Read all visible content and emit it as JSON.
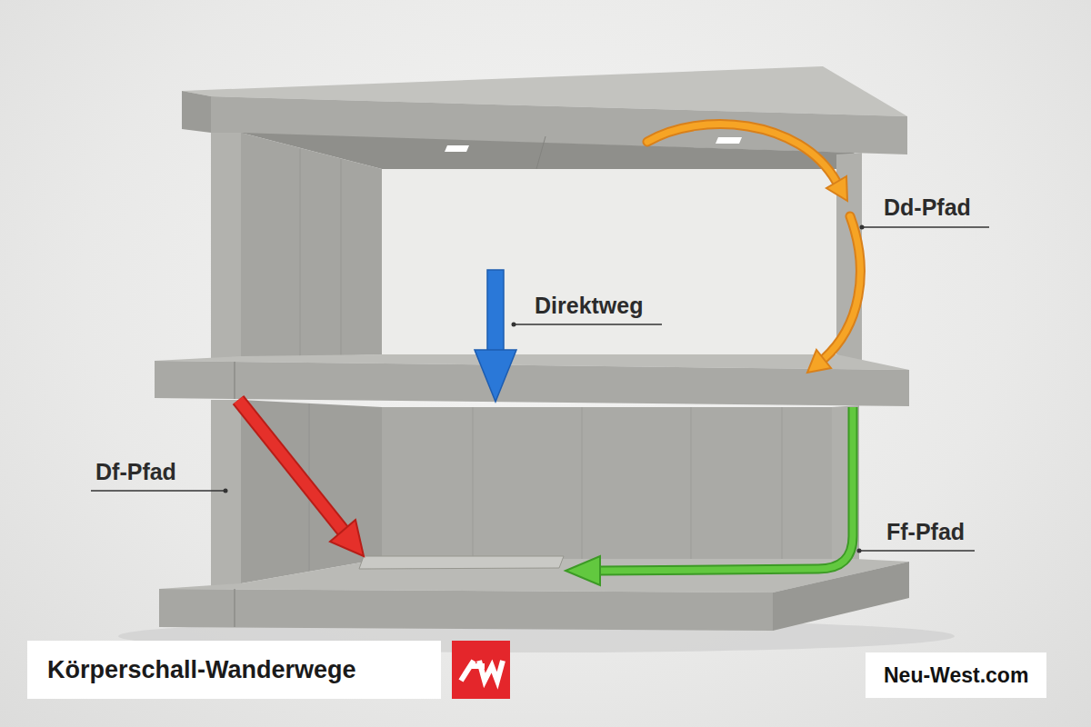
{
  "diagram": {
    "title": "Körperschall-Wanderwege",
    "labels": [
      "Dd-Pfad",
      "Direktweg",
      "Df-Pfad",
      "Ff-Pfad",
      "Neu-West.com"
    ]
  }
}
